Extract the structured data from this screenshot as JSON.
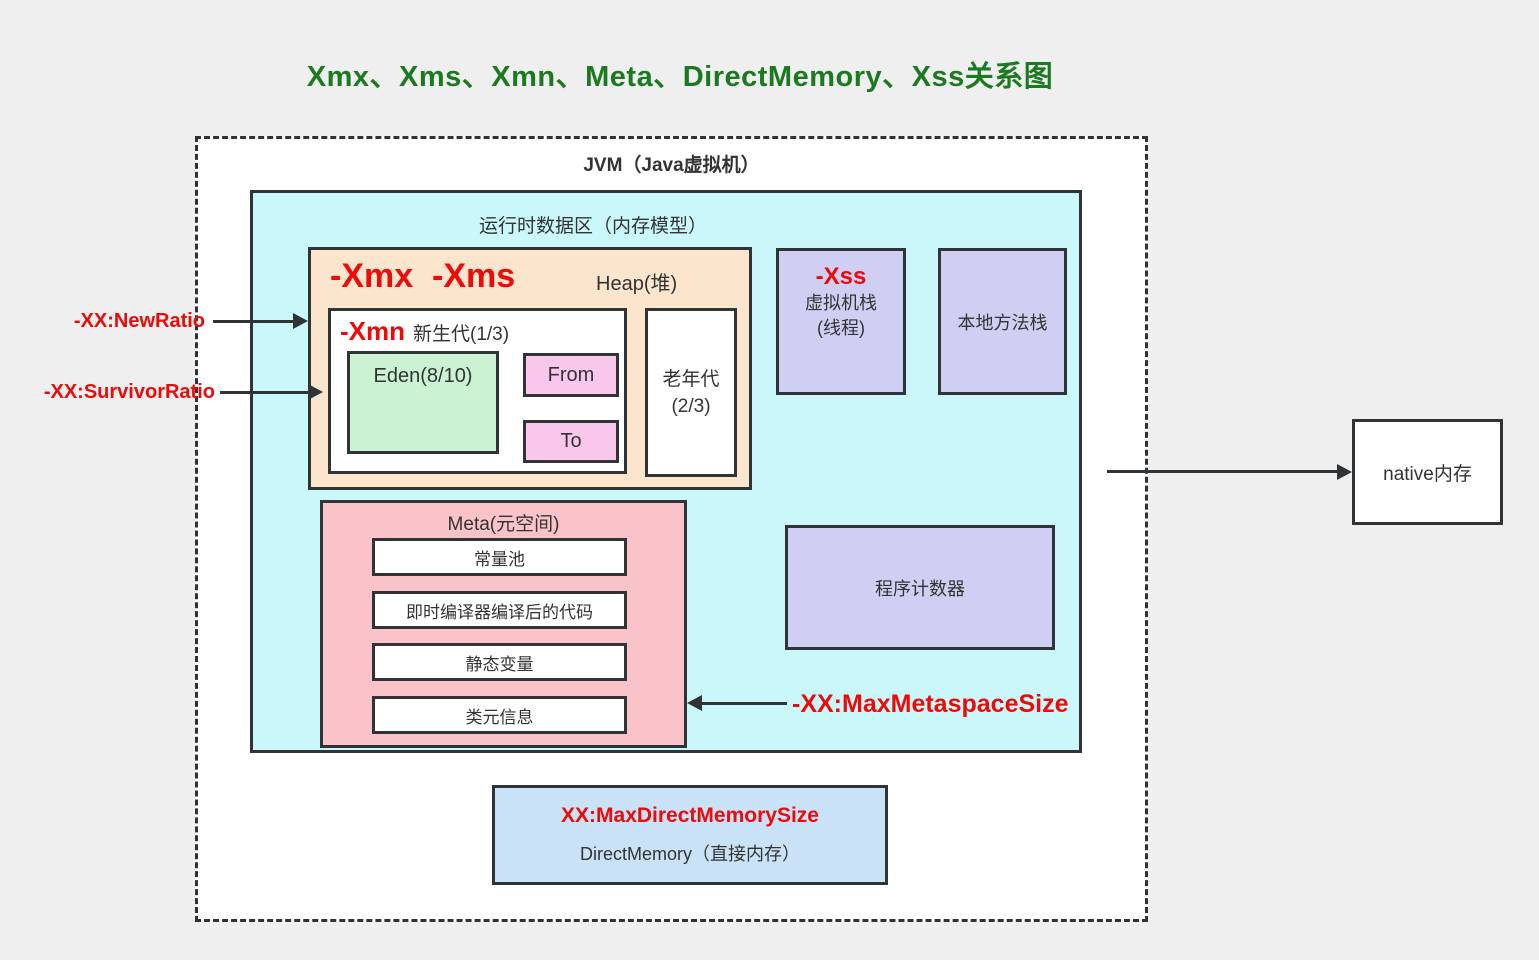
{
  "title": "Xmx、Xms、Xmn、Meta、DirectMemory、Xss关系图",
  "jvm": {
    "label": "JVM（Java虚拟机）",
    "runtime_area": {
      "label": "运行时数据区（内存模型）",
      "heap": {
        "params": "-Xmx  -Xms",
        "label": "Heap(堆)",
        "young_gen": {
          "param": "-Xmn",
          "label": "新生代(1/3)",
          "eden": "Eden(8/10)",
          "from": "From",
          "to": "To"
        },
        "old_gen": {
          "line1": "老年代",
          "line2": "(2/3)"
        }
      },
      "vm_stack": {
        "param": "-Xss",
        "line1": "虚拟机栈",
        "line2": "(线程)"
      },
      "native_method_stack": "本地方法栈",
      "metaspace": {
        "label": "Meta(元空间)",
        "items": [
          "常量池",
          "即时编译器编译后的代码",
          "静态变量",
          "类元信息"
        ],
        "max_size_param": "-XX:MaxMetaspaceSize"
      },
      "program_counter": "程序计数器"
    },
    "direct_memory": {
      "param": "XX:MaxDirectMemorySize",
      "label": "DirectMemory（直接内存）"
    }
  },
  "annotations": {
    "new_ratio": "-XX:NewRatio",
    "survivor_ratio": "-XX:SurvivorRatio",
    "native_memory": "native内存"
  },
  "colors": {
    "title_green": "#1B7A1F",
    "param_red": "#EF0A0A",
    "runtime_cyan": "#CAF8FA",
    "heap_peach": "#FCE5CD",
    "eden_green": "#CAF2D3",
    "survivor_pink": "#F9C7EB",
    "stack_lavender": "#CFCFF3",
    "meta_pink": "#F9C3C9",
    "direct_blue": "#C9E2F8",
    "border_dark": "#303437",
    "background_gray": "#EFEFEF"
  }
}
